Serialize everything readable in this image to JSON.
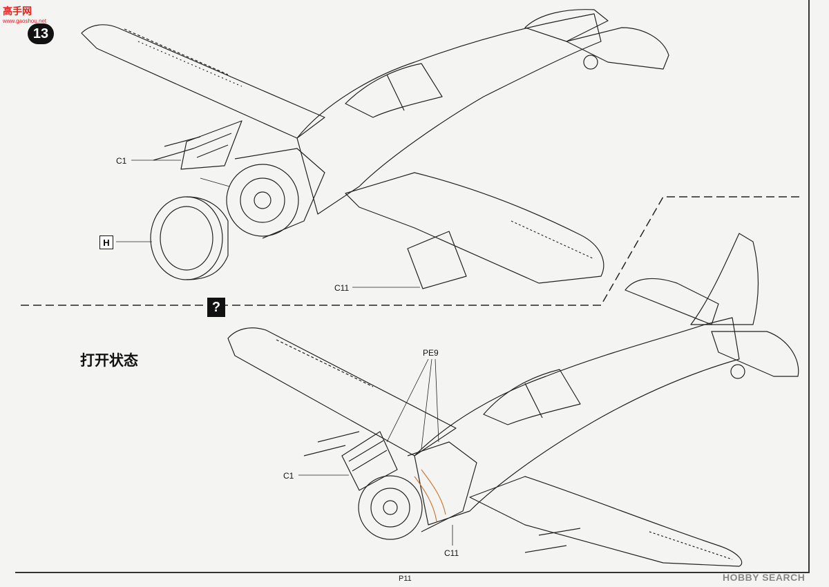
{
  "step": {
    "number": "13"
  },
  "logo": {
    "text_top": "高手网",
    "text_bottom": "www.gaoshou.net"
  },
  "top_view": {
    "callouts": {
      "c1": "C1",
      "h": "H",
      "c11": "C11"
    }
  },
  "divider": {
    "question_mark": "?"
  },
  "bottom_view": {
    "title": "打开状态",
    "callouts": {
      "pe9": "PE9",
      "c1": "C1",
      "c11": "C11"
    }
  },
  "footer": {
    "page": "P11",
    "watermark": "HOBBY SEARCH"
  }
}
